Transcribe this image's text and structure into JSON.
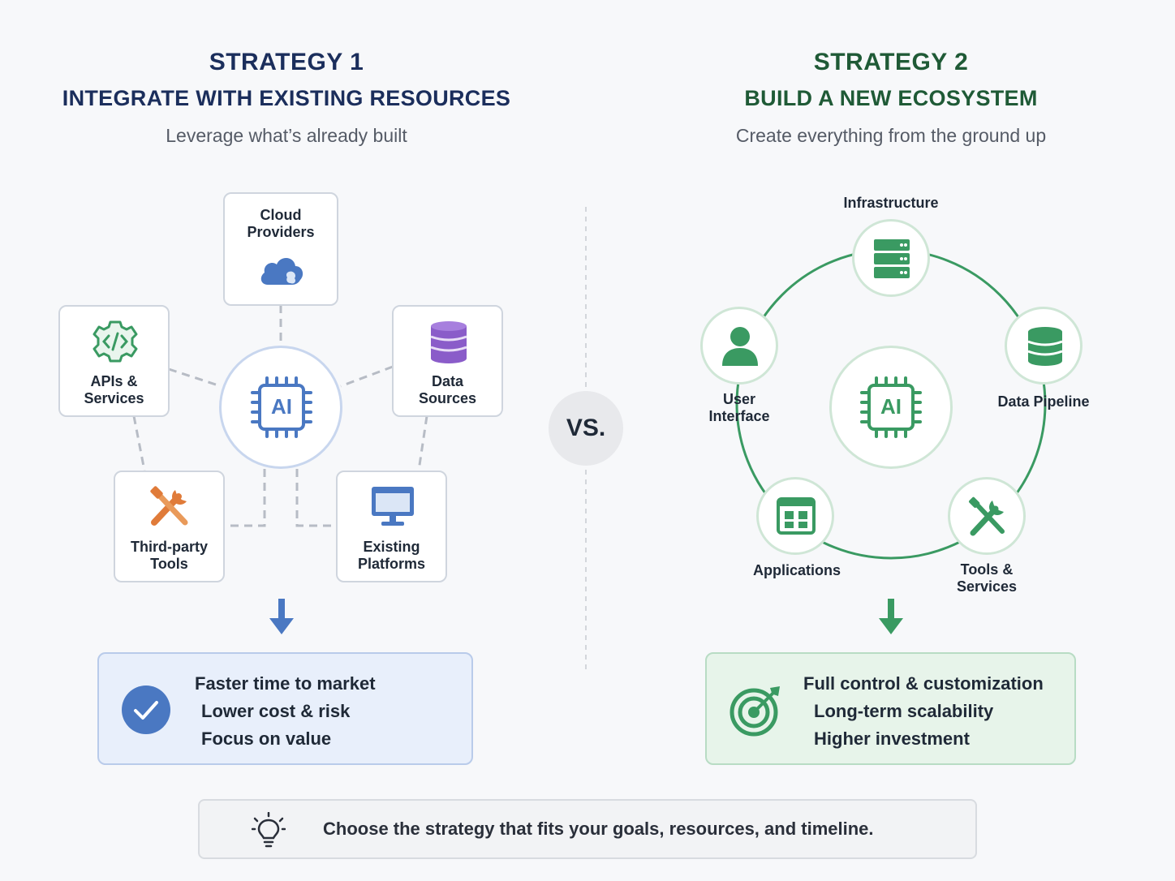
{
  "left": {
    "title": "STRATEGY 1",
    "subtitle": "INTEGRATE WITH EXISTING RESOURCES",
    "tagline": "Leverage what’s already built",
    "hub_label": "AI",
    "nodes": [
      {
        "label": "Cloud Providers",
        "lines": [
          "Cloud",
          "Providers"
        ],
        "icon": "cloud-icon"
      },
      {
        "label": "APIs & Services",
        "lines": [
          "APIs &",
          "Services"
        ],
        "icon": "code-icon"
      },
      {
        "label": "Data Sources",
        "lines": [
          "Data",
          "Sources"
        ],
        "icon": "database-icon"
      },
      {
        "label": "Third-party Tools",
        "lines": [
          "Third-party",
          "Tools"
        ],
        "icon": "wrench-icon"
      },
      {
        "label": "Existing Platforms",
        "lines": [
          "Existing",
          "Platforms"
        ],
        "icon": "monitor-icon"
      }
    ],
    "benefits": [
      "Faster time to market",
      "Lower cost & risk",
      "Focus on value"
    ],
    "benefits_icon": "checkmark-icon"
  },
  "right": {
    "title": "STRATEGY 2",
    "subtitle": "BUILD A NEW ECOSYSTEM",
    "tagline": "Create everything from the ground up",
    "hub_label": "AI",
    "nodes": [
      {
        "label": "Infrastructure",
        "lines": [
          "Infrastructure"
        ],
        "icon": "server-icon"
      },
      {
        "label": "User Interface",
        "lines": [
          "User",
          "Interface"
        ],
        "icon": "user-icon"
      },
      {
        "label": "Data Pipeline",
        "lines": [
          "Data Pipeline"
        ],
        "icon": "database-icon"
      },
      {
        "label": "Applications",
        "lines": [
          "Applications"
        ],
        "icon": "app-grid-icon"
      },
      {
        "label": "Tools & Services",
        "lines": [
          "Tools &",
          "Services"
        ],
        "icon": "tools-icon"
      }
    ],
    "benefits": [
      "Full control & customization",
      "Long-term scalability",
      "Higher investment"
    ],
    "benefits_icon": "target-icon"
  },
  "vs_label": "VS.",
  "footer": {
    "text": "Choose the strategy that fits your goals, resources, and timeline.",
    "icon": "lightbulb-icon"
  },
  "colors": {
    "strategy1": "#1b2e5c",
    "strategy1_accent": "#4a78c2",
    "strategy2": "#1f5a36",
    "strategy2_accent": "#3a9a62"
  }
}
